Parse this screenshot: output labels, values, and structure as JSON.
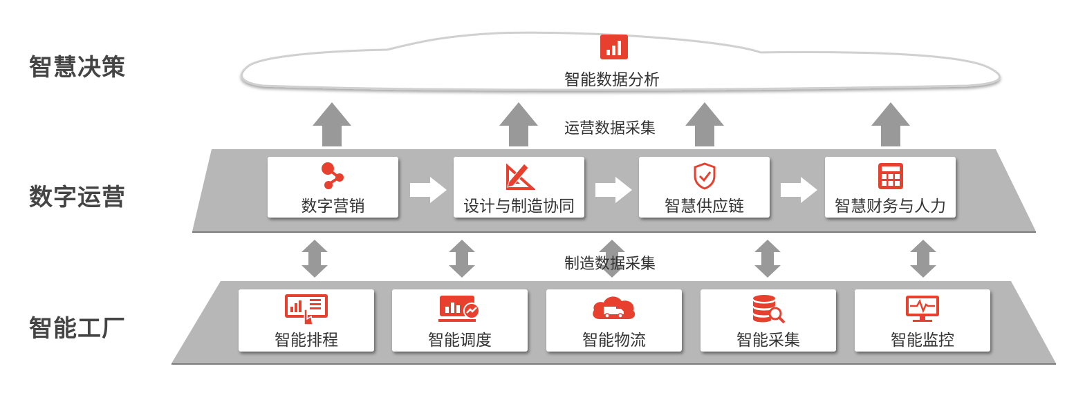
{
  "layers": {
    "decision": "智慧决策",
    "operation": "数字运营",
    "factory": "智能工厂"
  },
  "cloud": {
    "label": "智能数据分析",
    "icon": "bar-chart-icon"
  },
  "flows": {
    "ops_collect": "运营数据采集",
    "mfg_collect": "制造数据采集"
  },
  "operation_boxes": [
    {
      "label": "数字营销",
      "icon": "share-network-icon"
    },
    {
      "label": "设计与制造协同",
      "icon": "ruler-pencil-icon"
    },
    {
      "label": "智慧供应链",
      "icon": "shield-check-icon"
    },
    {
      "label": "智慧财务与人力",
      "icon": "calculator-icon"
    }
  ],
  "factory_boxes": [
    {
      "label": "智能排程",
      "icon": "touch-dashboard-icon"
    },
    {
      "label": "智能调度",
      "icon": "monitor-chart-icon"
    },
    {
      "label": "智能物流",
      "icon": "cloud-truck-icon"
    },
    {
      "label": "智能采集",
      "icon": "database-search-icon"
    },
    {
      "label": "智能监控",
      "icon": "monitor-pulse-icon"
    }
  ],
  "colors": {
    "accent": "#e8402f",
    "platform": "#b7b7b7",
    "arrow": "#999999",
    "text": "#333333",
    "label": "#444444"
  }
}
